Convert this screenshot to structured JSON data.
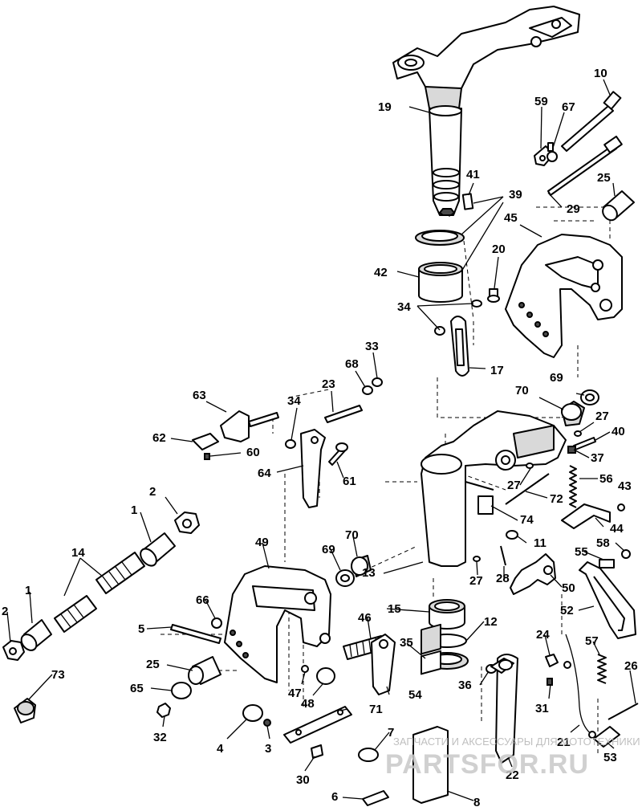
{
  "diagram": {
    "labels": [
      {
        "id": "p10",
        "text": "10"
      },
      {
        "id": "p59",
        "text": "59"
      },
      {
        "id": "p67",
        "text": "67"
      },
      {
        "id": "p19",
        "text": "19"
      },
      {
        "id": "p41",
        "text": "41"
      },
      {
        "id": "p39",
        "text": "39"
      },
      {
        "id": "p25a",
        "text": "25"
      },
      {
        "id": "p29",
        "text": "29"
      },
      {
        "id": "p45",
        "text": "45"
      },
      {
        "id": "p20",
        "text": "20"
      },
      {
        "id": "p42",
        "text": "42"
      },
      {
        "id": "p34a",
        "text": "34"
      },
      {
        "id": "p17",
        "text": "17"
      },
      {
        "id": "p33",
        "text": "33"
      },
      {
        "id": "p68",
        "text": "68"
      },
      {
        "id": "p69a",
        "text": "69"
      },
      {
        "id": "p23",
        "text": "23"
      },
      {
        "id": "p63",
        "text": "63"
      },
      {
        "id": "p34b",
        "text": "34"
      },
      {
        "id": "p70a",
        "text": "70"
      },
      {
        "id": "p27a",
        "text": "27"
      },
      {
        "id": "p40",
        "text": "40"
      },
      {
        "id": "p62",
        "text": "62"
      },
      {
        "id": "p60",
        "text": "60"
      },
      {
        "id": "p37",
        "text": "37"
      },
      {
        "id": "p64",
        "text": "64"
      },
      {
        "id": "p61",
        "text": "61"
      },
      {
        "id": "p56",
        "text": "56"
      },
      {
        "id": "p27b",
        "text": "27"
      },
      {
        "id": "p72",
        "text": "72"
      },
      {
        "id": "p43",
        "text": "43"
      },
      {
        "id": "p2a",
        "text": "2"
      },
      {
        "id": "p1a",
        "text": "1"
      },
      {
        "id": "p74",
        "text": "74"
      },
      {
        "id": "p44",
        "text": "44"
      },
      {
        "id": "p49",
        "text": "49"
      },
      {
        "id": "p70b",
        "text": "70"
      },
      {
        "id": "p11",
        "text": "11"
      },
      {
        "id": "p58",
        "text": "58"
      },
      {
        "id": "p14",
        "text": "14"
      },
      {
        "id": "p69b",
        "text": "69"
      },
      {
        "id": "p55",
        "text": "55"
      },
      {
        "id": "p13",
        "text": "13"
      },
      {
        "id": "p27c",
        "text": "27"
      },
      {
        "id": "p28",
        "text": "28"
      },
      {
        "id": "p50",
        "text": "50"
      },
      {
        "id": "p1b",
        "text": "1"
      },
      {
        "id": "p66",
        "text": "66"
      },
      {
        "id": "p15",
        "text": "15"
      },
      {
        "id": "p52",
        "text": "52"
      },
      {
        "id": "p2b",
        "text": "2"
      },
      {
        "id": "p46",
        "text": "46"
      },
      {
        "id": "p12",
        "text": "12"
      },
      {
        "id": "p5",
        "text": "5"
      },
      {
        "id": "p24",
        "text": "24"
      },
      {
        "id": "p57",
        "text": "57"
      },
      {
        "id": "p35",
        "text": "35"
      },
      {
        "id": "p25b",
        "text": "25"
      },
      {
        "id": "p26",
        "text": "26"
      },
      {
        "id": "p73",
        "text": "73"
      },
      {
        "id": "p36",
        "text": "36"
      },
      {
        "id": "p47",
        "text": "47"
      },
      {
        "id": "p54",
        "text": "54"
      },
      {
        "id": "p65",
        "text": "65"
      },
      {
        "id": "p48",
        "text": "48"
      },
      {
        "id": "p31",
        "text": "31"
      },
      {
        "id": "p71",
        "text": "71"
      },
      {
        "id": "p32",
        "text": "32"
      },
      {
        "id": "p4",
        "text": "4"
      },
      {
        "id": "p3",
        "text": "3"
      },
      {
        "id": "p7",
        "text": "7"
      },
      {
        "id": "p21",
        "text": "21"
      },
      {
        "id": "p53",
        "text": "53"
      },
      {
        "id": "p30",
        "text": "30"
      },
      {
        "id": "p22",
        "text": "22"
      },
      {
        "id": "p6",
        "text": "6"
      },
      {
        "id": "p8",
        "text": "8"
      }
    ]
  },
  "watermark": {
    "line1": "ЗАПЧАСТИ И АКСЕССУАРЫ ДЛЯ МОТОТЕХНИКИ",
    "line2": "PARTSFOR.RU"
  }
}
